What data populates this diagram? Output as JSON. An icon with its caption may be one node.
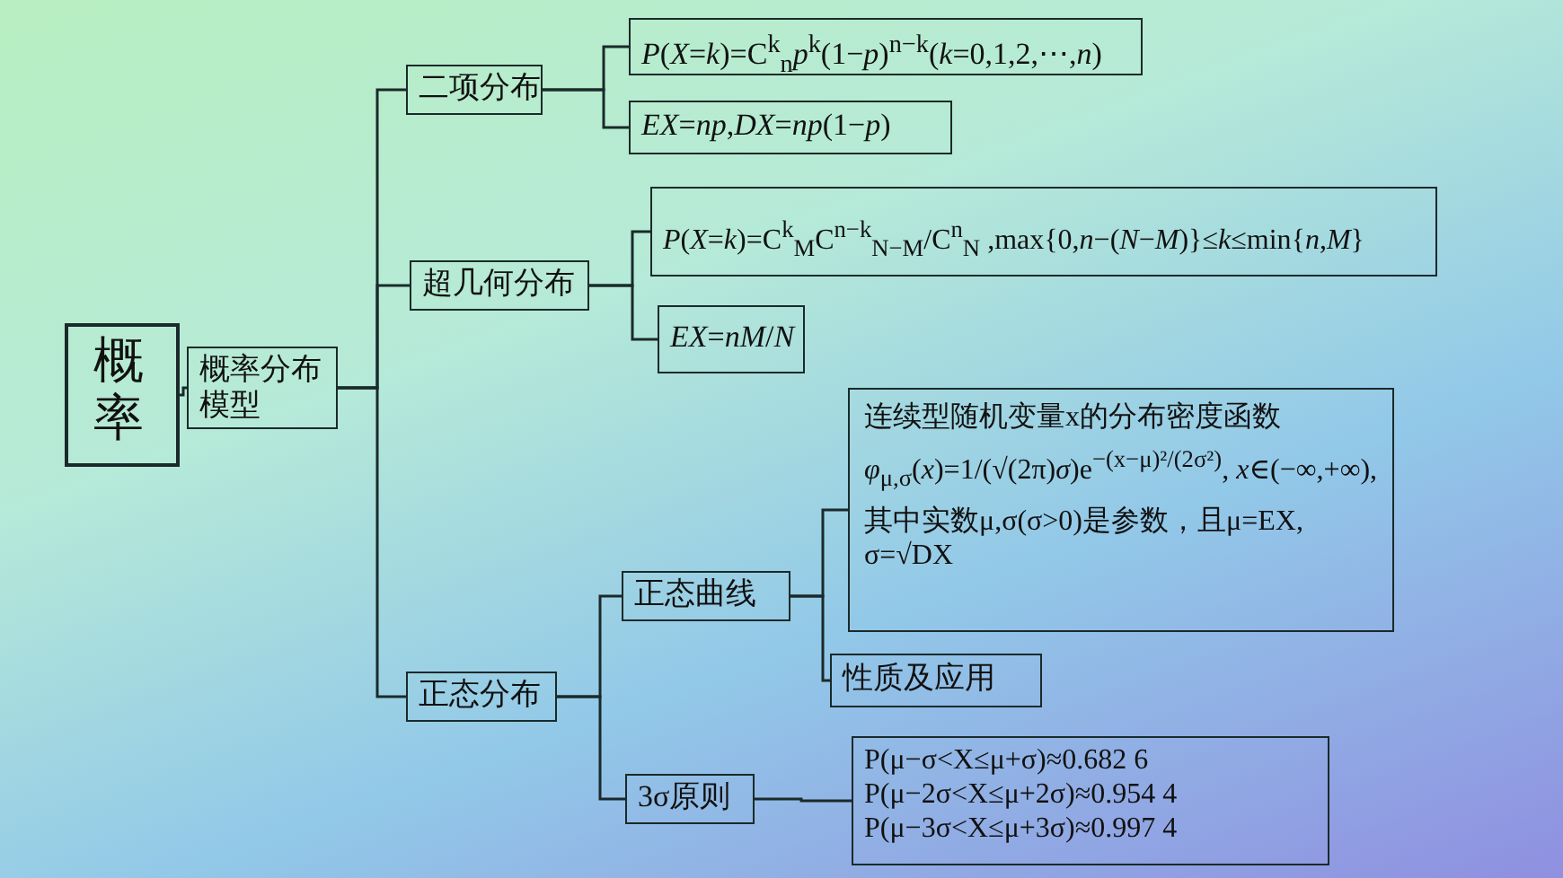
{
  "diagram": {
    "nodes": [
      {
        "text": [
          "概率"
        ]
      },
      {
        "text": [
          "概率分布模型"
        ]
      },
      {
        "text": [
          "二项分布"
        ]
      },
      {
        "text": [
          "*P*(*X*=*k*)=C$^{k}$$_{n}$*p*$^{k}$(1−*p*)$^{n−k}$(*k*=0,1,2,⋯,*n*)"
        ]
      },
      {
        "text": [
          "*EX*=*np*,*DX*=*np*(1−*p*)"
        ]
      },
      {
        "text": [
          "超几何分布"
        ]
      },
      {
        "text": [
          "*P*(*X*=*k*)=C$^{k}$$_{M}$C$^{n−k}$$_{N−M}$/C$^{n}$$_{N}$ ,max{0,*n*−(*N*−*M*)}≤*k*≤min{*n*,*M*}"
        ]
      },
      {
        "text": [
          "*EX*=*nM*/*N*"
        ]
      },
      {
        "text": [
          "正态分布"
        ]
      },
      {
        "text": [
          "正态曲线"
        ]
      },
      {
        "text": [
          "连续型随机变量x的分布密度函数",
          "*φ*$_{μ,σ}$(*x*)=1/(√(2π)*σ*)e$^{−(x−μ)²/(2σ²)}$, *x*∈(−∞,+∞),",
          "其中实数μ,σ(σ>0)是参数，且μ=EX, σ=√DX"
        ]
      },
      {
        "text": [
          "性质及应用"
        ]
      },
      {
        "text": [
          "3σ原则"
        ]
      },
      {
        "text": [
          "P(μ−σ<X≤μ+σ)≈0.682 6",
          "P(μ−2σ<X≤μ+2σ)≈0.954 4",
          "P(μ−3σ<X≤μ+3σ)≈0.997 4"
        ]
      }
    ],
    "edges": [
      {
        "from": 0,
        "to": 1,
        "arrow": "none"
      },
      {
        "from": 1,
        "to": 2,
        "arrow": "none"
      },
      {
        "from": 1,
        "to": 5,
        "arrow": "none"
      },
      {
        "from": 1,
        "to": 8,
        "arrow": "none"
      },
      {
        "from": 2,
        "to": 3,
        "arrow": "none"
      },
      {
        "from": 2,
        "to": 4,
        "arrow": "none"
      },
      {
        "from": 5,
        "to": 6,
        "arrow": "none"
      },
      {
        "from": 5,
        "to": 7,
        "arrow": "none"
      },
      {
        "from": 8,
        "to": 9,
        "arrow": "none"
      },
      {
        "from": 8,
        "to": 12,
        "arrow": "none"
      },
      {
        "from": 9,
        "to": 10,
        "arrow": "none"
      },
      {
        "from": 9,
        "to": 11,
        "arrow": "none"
      },
      {
        "from": 12,
        "to": 13,
        "arrow": "none"
      }
    ]
  }
}
